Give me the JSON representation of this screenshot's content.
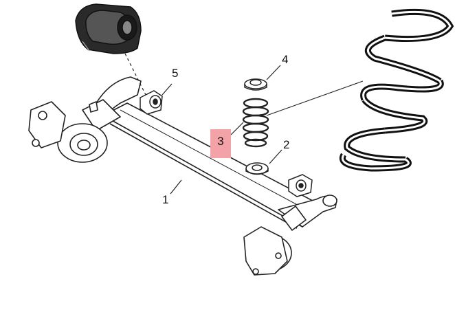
{
  "diagram": {
    "callouts": [
      {
        "id": "1",
        "label": "1"
      },
      {
        "id": "2",
        "label": "2"
      },
      {
        "id": "3",
        "label": "3"
      },
      {
        "id": "4",
        "label": "4"
      },
      {
        "id": "5",
        "label": "5"
      }
    ],
    "highlighted_part": "3",
    "highlight_color": "#f3a3a8",
    "parts": [
      {
        "id": "1",
        "name": "rear-axle-beam-icon"
      },
      {
        "id": "2",
        "name": "spring-lower-seat-icon"
      },
      {
        "id": "3",
        "name": "coil-spring-icon"
      },
      {
        "id": "4",
        "name": "spring-upper-seat-icon"
      },
      {
        "id": "5",
        "name": "axle-bushing-icon"
      }
    ]
  }
}
